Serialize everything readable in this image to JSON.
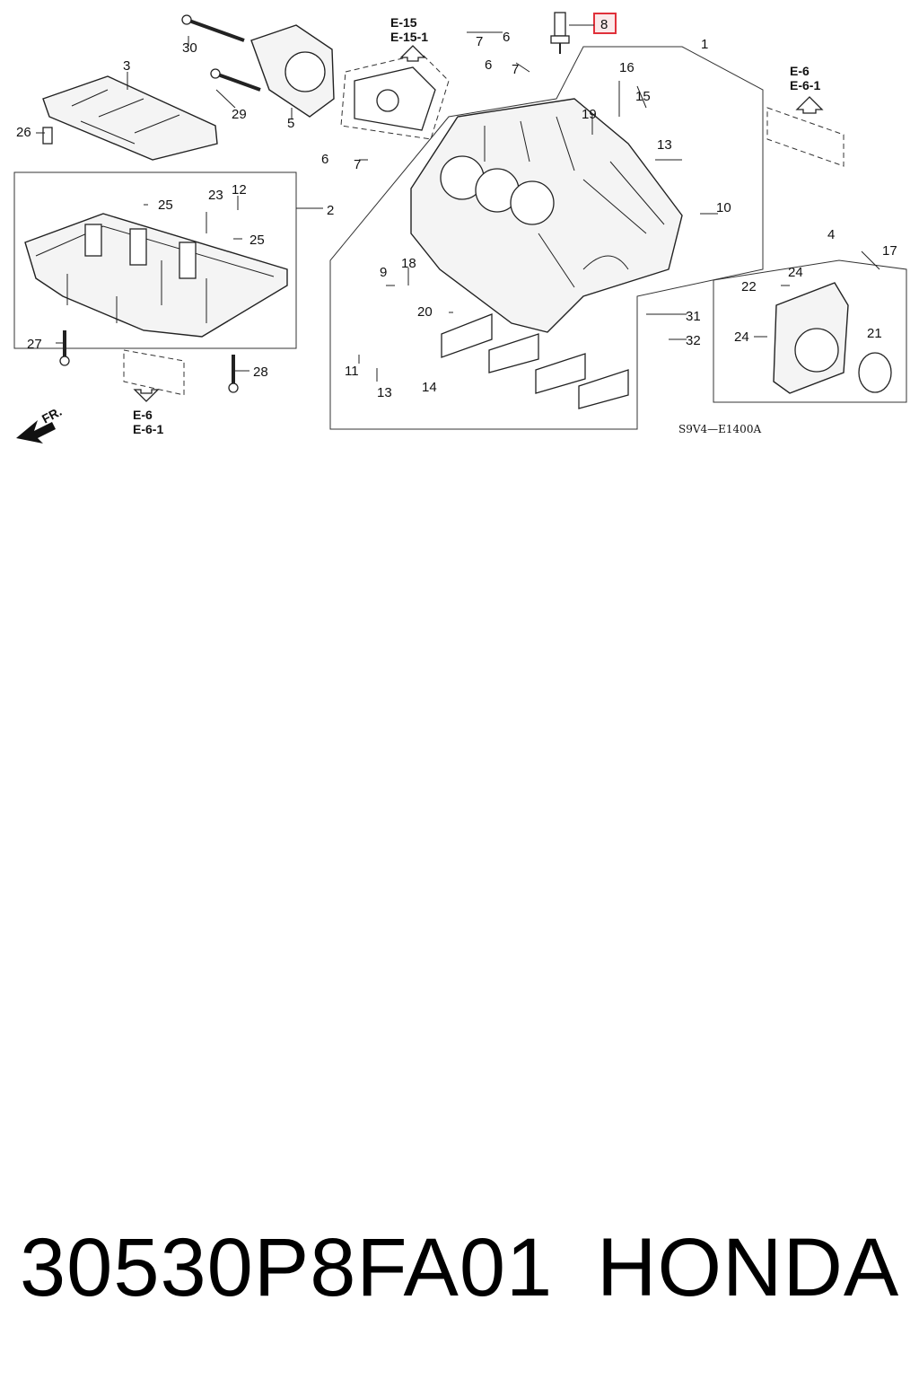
{
  "callouts": {
    "c1": "1",
    "c2": "2",
    "c3": "3",
    "c4": "4",
    "c5": "5",
    "c6a": "6",
    "c6b": "6",
    "c6c": "6",
    "c7a": "7",
    "c7b": "7",
    "c7c": "7",
    "c8": "8",
    "c9": "9",
    "c10": "10",
    "c11": "11",
    "c12": "12",
    "c13a": "13",
    "c13b": "13",
    "c14": "14",
    "c15": "15",
    "c16": "16",
    "c17": "17",
    "c18": "18",
    "c19": "19",
    "c20": "20",
    "c21": "21",
    "c22": "22",
    "c23": "23",
    "c24a": "24",
    "c24b": "24",
    "c25a": "25",
    "c25b": "25",
    "c26": "26",
    "c27": "27",
    "c28": "28",
    "c29": "29",
    "c30": "30",
    "c31": "31",
    "c32": "32"
  },
  "refs": {
    "top_a": "E-15",
    "top_b": "E-15-1",
    "right_a": "E-6",
    "right_b": "E-6-1",
    "bottom_a": "E-6",
    "bottom_b": "E-6-1",
    "front": "FR."
  },
  "diagram_code": "S9V4—E1400A",
  "highlight_color": "#e0303a",
  "footer": {
    "part_number": "30530P8FA01",
    "brand": "HONDA"
  }
}
